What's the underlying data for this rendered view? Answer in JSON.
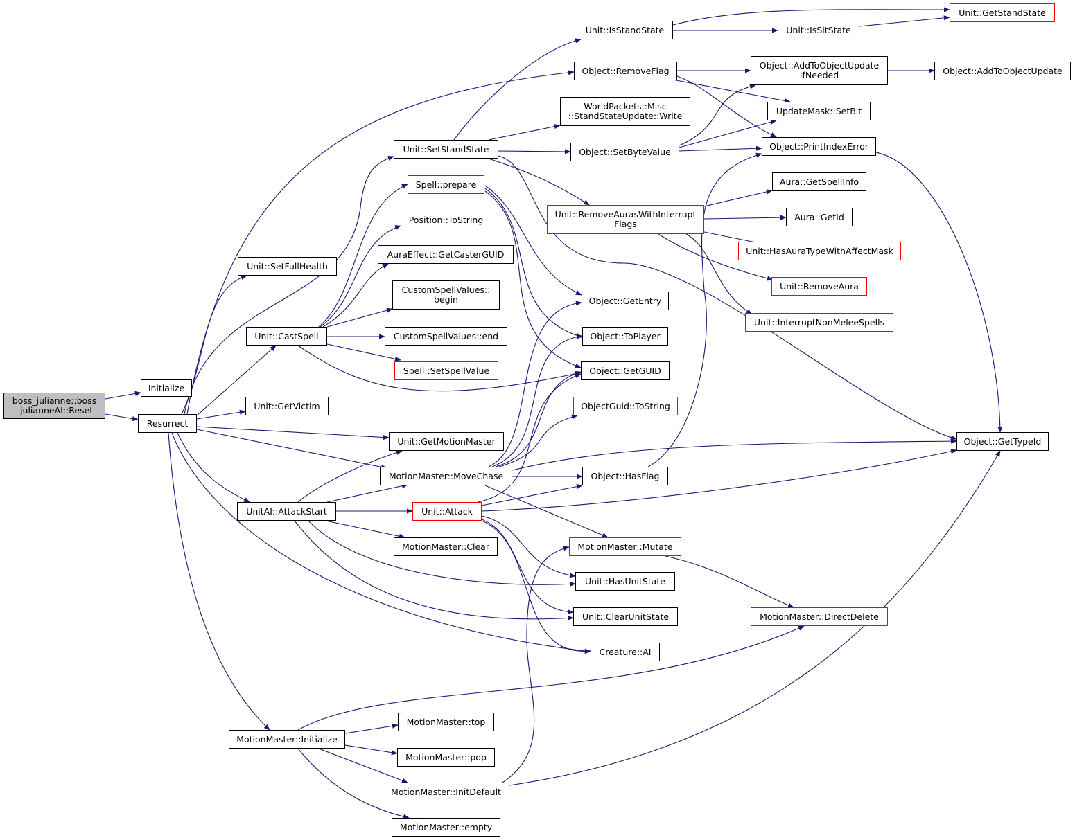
{
  "colors": {
    "edge": "#191970",
    "node_border": "#000000",
    "truncated_border": "#ff0000",
    "root_fill": "#bfbfbf",
    "background": "#ffffff"
  },
  "nodes": {
    "root": "boss_julianne::boss\n_julianneAI::Reset",
    "initialize": "Initialize",
    "resurrect": "Resurrect",
    "set_full_health": "Unit::SetFullHealth",
    "cast_spell": "Unit::CastSpell",
    "get_victim": "Unit::GetVictim",
    "attack_start": "UnitAI::AttackStart",
    "mm_initialize": "MotionMaster::Initialize",
    "set_stand_state": "Unit::SetStandState",
    "spell_prepare": "Spell::prepare",
    "position_tostring": "Position::ToString",
    "auraeffect_caster": "AuraEffect::GetCasterGUID",
    "csv_begin": "CustomSpellValues::\nbegin",
    "csv_end": "CustomSpellValues::end",
    "set_spell_value": "Spell::SetSpellValue",
    "get_motion_master": "Unit::GetMotionMaster",
    "move_chase": "MotionMaster::MoveChase",
    "unit_attack": "Unit::Attack",
    "mm_clear": "MotionMaster::Clear",
    "mm_top": "MotionMaster::top",
    "mm_pop": "MotionMaster::pop",
    "mm_init_default": "MotionMaster::InitDefault",
    "mm_empty": "MotionMaster::empty",
    "is_stand_state": "Unit::IsStandState",
    "remove_flag": "Object::RemoveFlag",
    "stand_state_update": "WorldPackets::Misc\n::StandStateUpdate::Write",
    "set_byte_value": "Object::SetByteValue",
    "remove_auras_interrupt": "Unit::RemoveAurasWithInterrupt\nFlags",
    "get_entry": "Object::GetEntry",
    "to_player": "Object::ToPlayer",
    "get_guid": "Object::GetGUID",
    "objectguid_tostring": "ObjectGuid::ToString",
    "has_flag": "Object::HasFlag",
    "mm_mutate": "MotionMaster::Mutate",
    "has_unit_state": "Unit::HasUnitState",
    "clear_unit_state": "Unit::ClearUnitState",
    "creature_ai": "Creature::AI",
    "get_stand_state": "Unit::GetStandState",
    "is_sit_state": "Unit::IsSitState",
    "add_to_update_if_needed": "Object::AddToObjectUpdate\nIfNeeded",
    "add_to_update": "Object::AddToObjectUpdate",
    "update_mask_setbit": "UpdateMask::SetBit",
    "print_index_error": "Object::PrintIndexError",
    "aura_get_spell_info": "Aura::GetSpellInfo",
    "aura_get_id": "Aura::GetId",
    "has_aura_type_mask": "Unit::HasAuraTypeWithAffectMask",
    "remove_aura": "Unit::RemoveAura",
    "interrupt_non_melee": "Unit::InterruptNonMeleeSpells",
    "mm_direct_delete": "MotionMaster::DirectDelete",
    "get_type_id": "Object::GetTypeId"
  }
}
